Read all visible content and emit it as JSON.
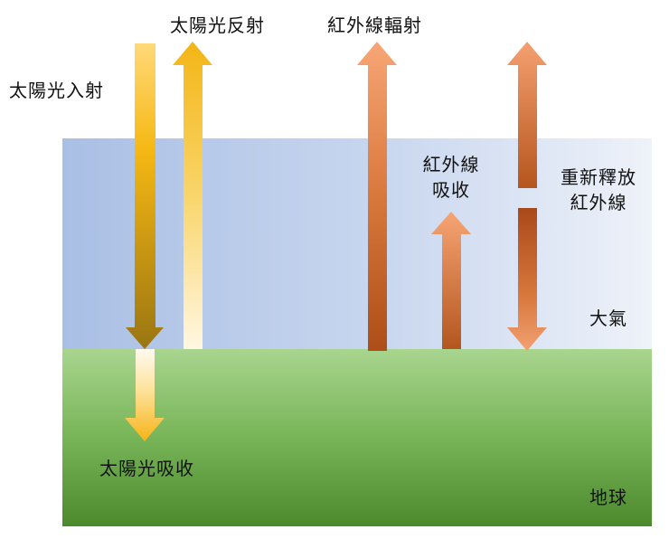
{
  "labels": {
    "solar_incoming": "太陽光入射",
    "solar_reflected": "太陽光反射",
    "ir_radiation": "紅外線輻射",
    "ir_absorbed_line1": "紅外線",
    "ir_absorbed_line2": "吸收",
    "reemit_line1": "重新釋放",
    "reemit_line2": "紅外線",
    "atmosphere": "大氣",
    "solar_absorbed": "太陽光吸收",
    "earth": "地球"
  },
  "colors": {
    "sky_light": "#e8eef8",
    "sky_dark": "#a7bde3",
    "ground_light": "#a8d58e",
    "ground_dark": "#4f8f30",
    "solar_gold": "#f2b211",
    "solar_brown": "#9a7410",
    "ir_light": "#f5a070",
    "ir_dark": "#b0521a"
  }
}
